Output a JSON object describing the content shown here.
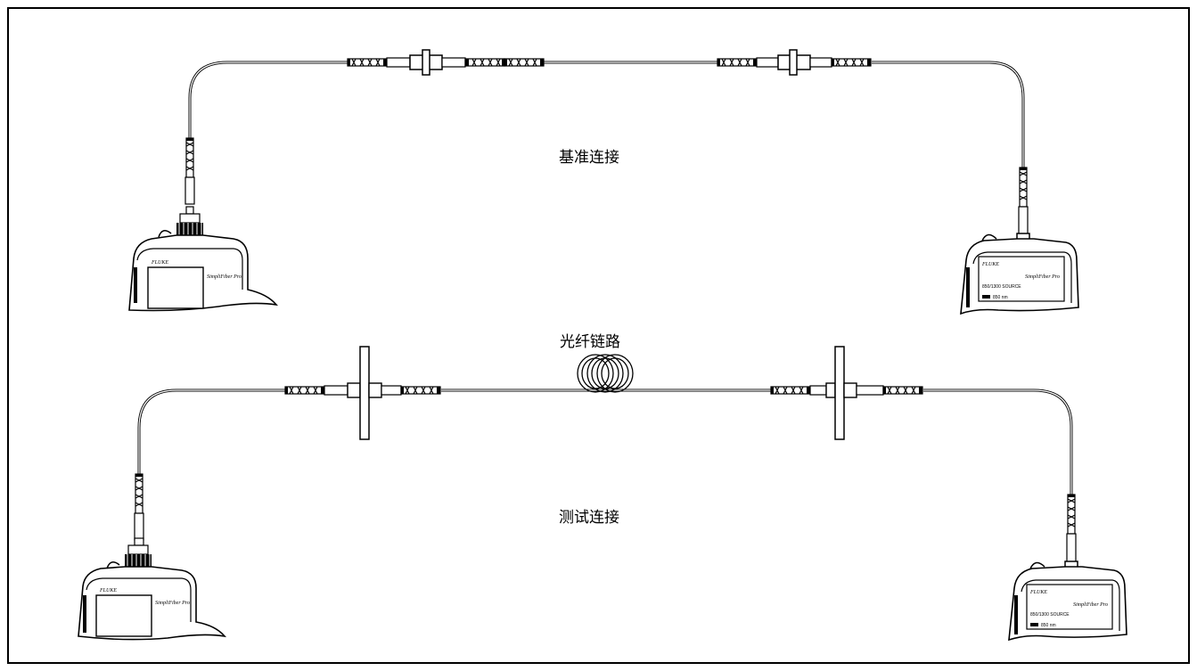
{
  "labels": {
    "reference_connection": "基准连接",
    "fiber_link": "光纤链路",
    "test_connection": "测试连接"
  },
  "devices": {
    "meter_brand": "FLUKE",
    "meter_model": "SimpliFiber Pro",
    "source_model_line": "850/1300 SOURCE",
    "source_wavelength": "850 nm"
  },
  "colors": {
    "line": "#000000",
    "cable": "#9a9a9a",
    "device_fill": "#ffffff"
  }
}
